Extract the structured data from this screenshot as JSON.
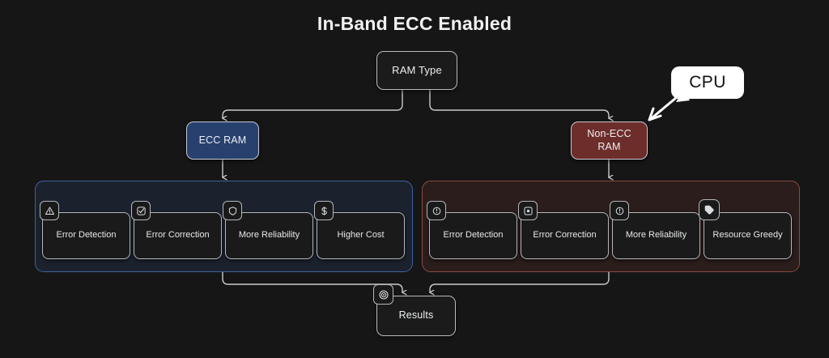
{
  "page": {
    "title": "In-Band ECC Enabled",
    "background_color": "#161616"
  },
  "colors": {
    "ecc_fill": "#27406e",
    "non_ecc_fill": "#6d2d2a",
    "ecc_panel_border": "#3f629f",
    "ecc_panel_fill": "#1b222e",
    "non_ecc_panel_border": "#8a4b42",
    "non_ecc_panel_fill": "#2b1d1b",
    "node_border": "#b9bcc0",
    "node_fill": "#1b1b1b",
    "text": "#e8e8e8",
    "callout_fill": "#ffffff"
  },
  "diagram": {
    "root": {
      "label": "RAM Type"
    },
    "branches": [
      {
        "label": "ECC RAM"
      },
      {
        "label": "Non-ECC RAM"
      }
    ],
    "result": {
      "label": "Results",
      "icon": "target-icon"
    },
    "panels": [
      {
        "name": "ecc-panel",
        "cards": [
          {
            "label": "Error Detection",
            "icon": "warning-triangle-icon"
          },
          {
            "label": "Error Correction",
            "icon": "check-square-icon"
          },
          {
            "label": "More Reliability",
            "icon": "shield-icon"
          },
          {
            "label": "Higher Cost",
            "icon": "dollar-icon"
          }
        ]
      },
      {
        "name": "non-ecc-panel",
        "cards": [
          {
            "label": "Error Detection",
            "icon": "circle-dot-icon"
          },
          {
            "label": "Error Correction",
            "icon": "square-x-icon"
          },
          {
            "label": "More Reliability",
            "icon": "circle-exclaim-icon"
          },
          {
            "label": "Resource Greedy",
            "icon": "tag-icon"
          }
        ]
      }
    ]
  },
  "callout": {
    "label": "CPU",
    "pointer": "arrow-down-left"
  }
}
